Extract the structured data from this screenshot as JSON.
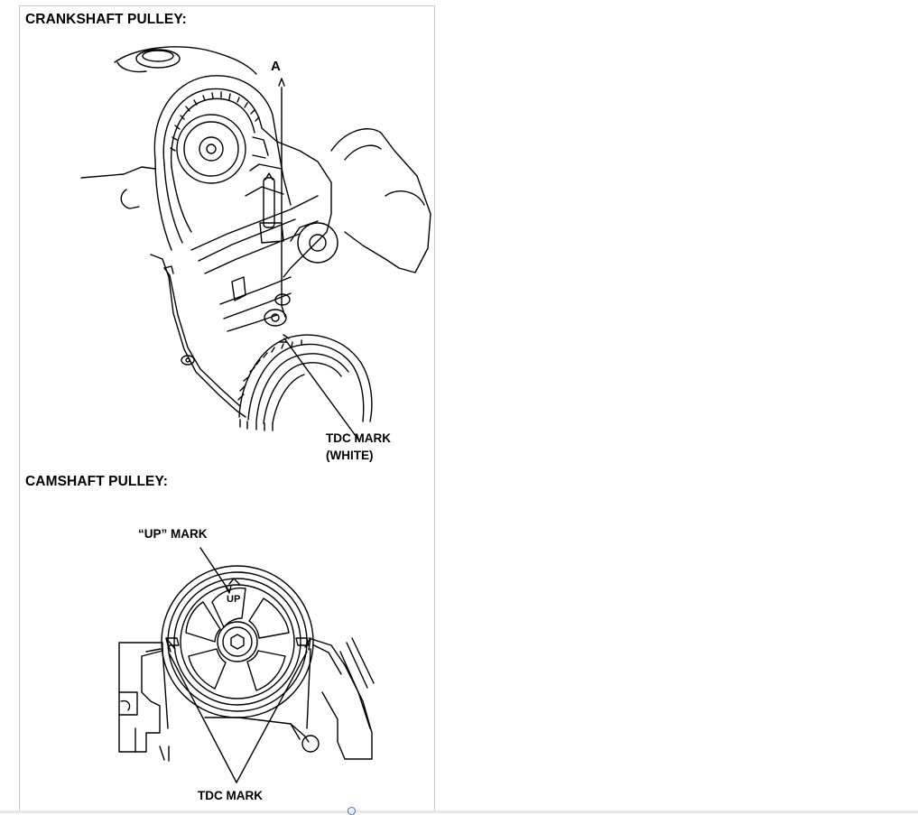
{
  "diagram": {
    "crankshaft_section": {
      "heading": "CRANKSHAFT PULLEY:",
      "pointer_label": "A",
      "tdc_label_line1": "TDC MARK",
      "tdc_label_line2": "(WHITE)"
    },
    "camshaft_section": {
      "heading": "CAMSHAFT PULLEY:",
      "up_mark_label": "“UP” MARK",
      "pulley_up_text": "UP",
      "tdc_label": "TDC MARK"
    }
  },
  "colors": {
    "line_art": "#000000",
    "panel_border": "#c9c9c9",
    "background": "#ffffff"
  }
}
